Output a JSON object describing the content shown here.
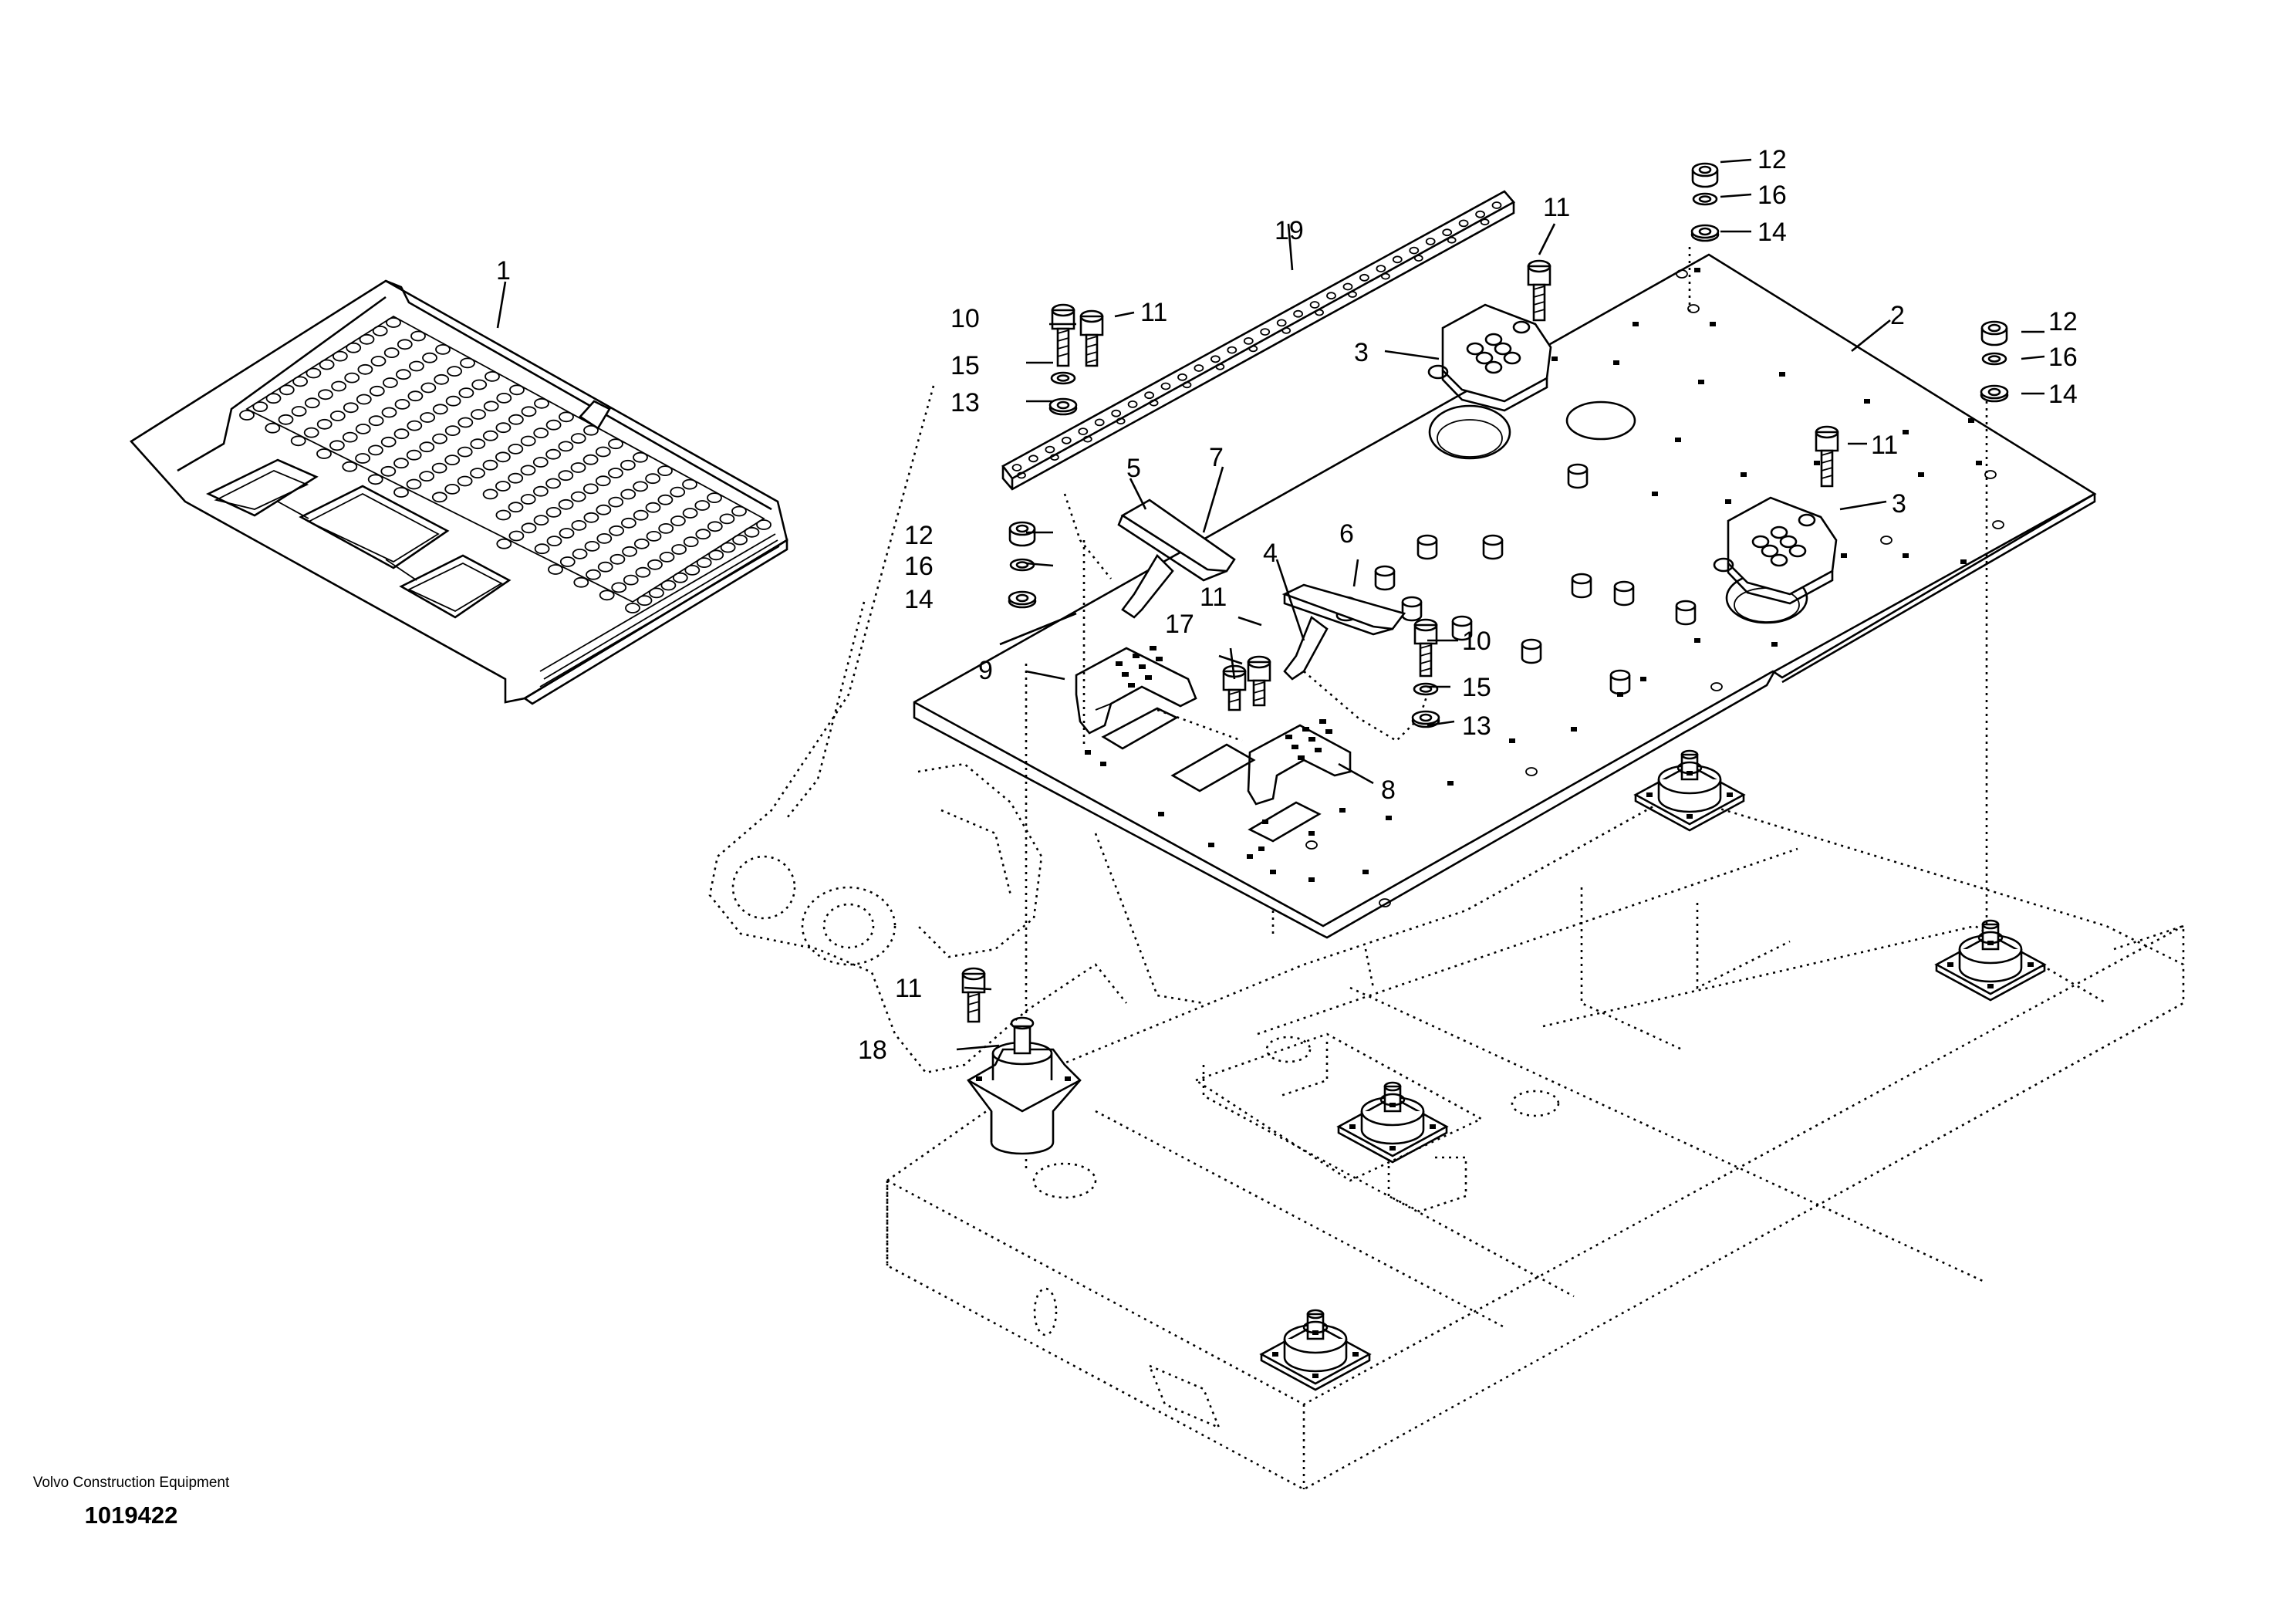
{
  "caption": {
    "organization": "Volvo Construction Equipment",
    "drawing_number": "1019422"
  },
  "parts": [
    {
      "id": "p1",
      "label": "1"
    },
    {
      "id": "p2",
      "label": "2"
    },
    {
      "id": "p3a",
      "label": "3"
    },
    {
      "id": "p3b",
      "label": "3"
    },
    {
      "id": "p4",
      "label": "4"
    },
    {
      "id": "p5",
      "label": "5"
    },
    {
      "id": "p6",
      "label": "6"
    },
    {
      "id": "p7",
      "label": "7"
    },
    {
      "id": "p8",
      "label": "8"
    },
    {
      "id": "p9",
      "label": "9"
    },
    {
      "id": "p10a",
      "label": "10"
    },
    {
      "id": "p10b",
      "label": "10"
    },
    {
      "id": "p11a",
      "label": "11"
    },
    {
      "id": "p11b",
      "label": "11"
    },
    {
      "id": "p11c",
      "label": "11"
    },
    {
      "id": "p11d",
      "label": "11"
    },
    {
      "id": "p11e",
      "label": "11"
    },
    {
      "id": "p12a",
      "label": "12"
    },
    {
      "id": "p12b",
      "label": "12"
    },
    {
      "id": "p12c",
      "label": "12"
    },
    {
      "id": "p13a",
      "label": "13"
    },
    {
      "id": "p13b",
      "label": "13"
    },
    {
      "id": "p14a",
      "label": "14"
    },
    {
      "id": "p14b",
      "label": "14"
    },
    {
      "id": "p14c",
      "label": "14"
    },
    {
      "id": "p15a",
      "label": "15"
    },
    {
      "id": "p15b",
      "label": "15"
    },
    {
      "id": "p16a",
      "label": "16"
    },
    {
      "id": "p16b",
      "label": "16"
    },
    {
      "id": "p16c",
      "label": "16"
    },
    {
      "id": "p17",
      "label": "17"
    },
    {
      "id": "p18",
      "label": "18"
    },
    {
      "id": "p19",
      "label": "19"
    }
  ]
}
